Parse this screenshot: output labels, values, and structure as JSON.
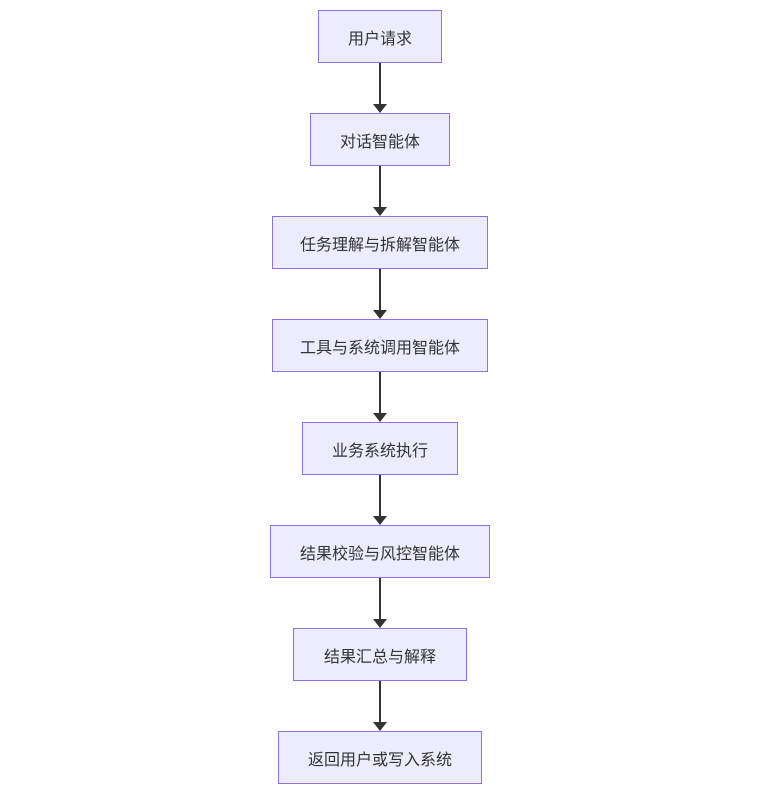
{
  "page": {
    "background_color": "#ffffff"
  },
  "flowchart": {
    "type": "flowchart",
    "direction": "top-down",
    "theme": {
      "node_fill": "#ECECFF",
      "node_border_color": "#9370DB",
      "node_text_color": "#333333",
      "arrow_color": "#333333"
    },
    "nodes": [
      {
        "id": "user-request",
        "label": "用户请求"
      },
      {
        "id": "dialog-agent",
        "label": "对话智能体"
      },
      {
        "id": "task-understanding-decomposition-agent",
        "label": "任务理解与拆解智能体"
      },
      {
        "id": "tool-system-call-agent",
        "label": "工具与系统调用智能体"
      },
      {
        "id": "business-system-execution",
        "label": "业务系统执行"
      },
      {
        "id": "result-validation-risk-control-agent",
        "label": "结果校验与风控智能体"
      },
      {
        "id": "result-summary-explanation",
        "label": "结果汇总与解释"
      },
      {
        "id": "return-user-or-write-system",
        "label": "返回用户或写入系统"
      }
    ],
    "edges": [
      {
        "from": "用户请求",
        "to": "对话智能体"
      },
      {
        "from": "对话智能体",
        "to": "任务理解与拆解智能体"
      },
      {
        "from": "任务理解与拆解智能体",
        "to": "工具与系统调用智能体"
      },
      {
        "from": "工具与系统调用智能体",
        "to": "业务系统执行"
      },
      {
        "from": "业务系统执行",
        "to": "结果校验与风控智能体"
      },
      {
        "from": "结果校验与风控智能体",
        "to": "结果汇总与解释"
      },
      {
        "from": "结果汇总与解释",
        "to": "返回用户或写入系统"
      }
    ]
  }
}
